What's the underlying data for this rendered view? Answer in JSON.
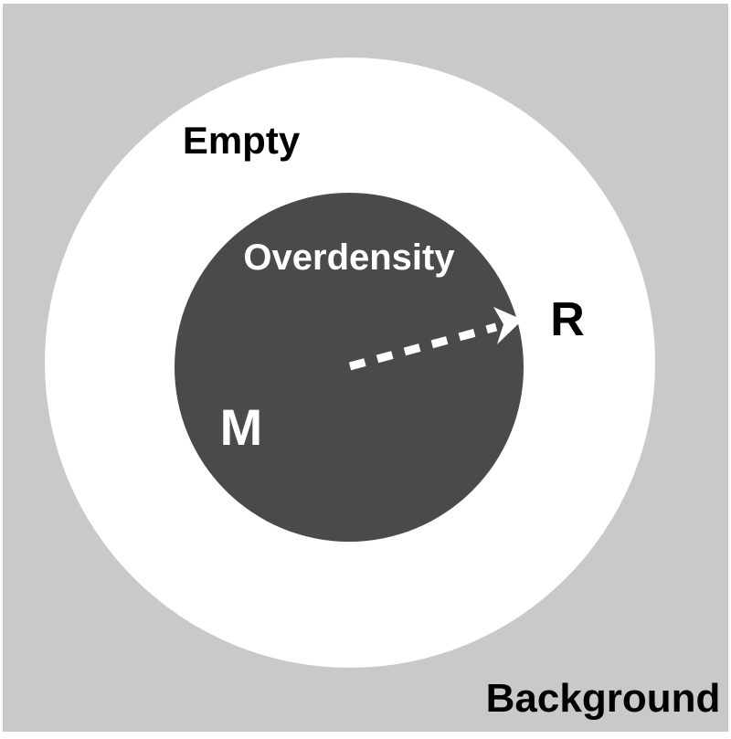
{
  "diagram": {
    "kind": "halo-overdensity-schematic",
    "regions": {
      "background": {
        "label": "Background",
        "shape": "square"
      },
      "empty": {
        "label": "Empty",
        "shape": "circle"
      },
      "overdensity": {
        "label": "Overdensity",
        "shape": "circle"
      }
    },
    "labels": {
      "empty": "Empty",
      "overdensity": "Overdensity",
      "mass": "M",
      "radius": "R",
      "background": "Background"
    },
    "arrow": {
      "style": "dashed",
      "description": "dashed radius arrow from overdensity center to circle edge, pointing at R"
    },
    "colors": {
      "page": "#ffffff",
      "background_region": "#c9c9c9",
      "empty_region": "#ffffff",
      "overdensity_region": "#4a4a4a",
      "label_dark": "#000000",
      "label_light": "#ffffff",
      "arrow": "#ffffff"
    }
  }
}
